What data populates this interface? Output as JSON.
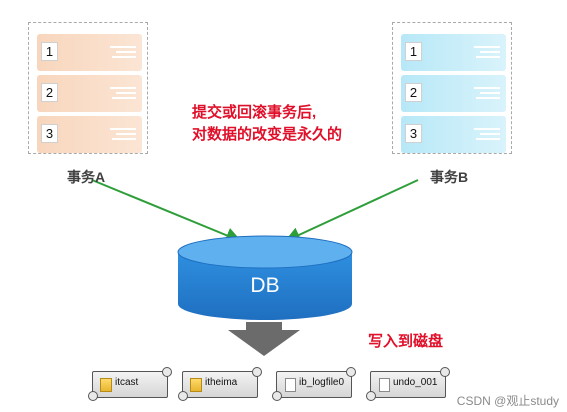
{
  "transactions": [
    {
      "label": "事务A",
      "rows": [
        "1",
        "2",
        "3"
      ]
    },
    {
      "label": "事务B",
      "rows": [
        "1",
        "2",
        "3"
      ]
    }
  ],
  "note": {
    "line1": "提交或回滚事务后,",
    "line2": "对数据的改变是永久的"
  },
  "database": {
    "label": "DB"
  },
  "write_label": "写入到磁盘",
  "files": [
    "itcast",
    "itheima",
    "ib_logfile0",
    "undo_001"
  ],
  "watermark": "CSDN @观止study",
  "colors": {
    "tx_a_row": "#f8d6bd",
    "tx_b_row": "#b7e8f7",
    "arrow": "#2e9e3a",
    "db_fill": "#2a86d7",
    "db_top": "#5fb0ee",
    "highlight_text": "#e0102a",
    "down_arrow": "#6b6b6b"
  }
}
